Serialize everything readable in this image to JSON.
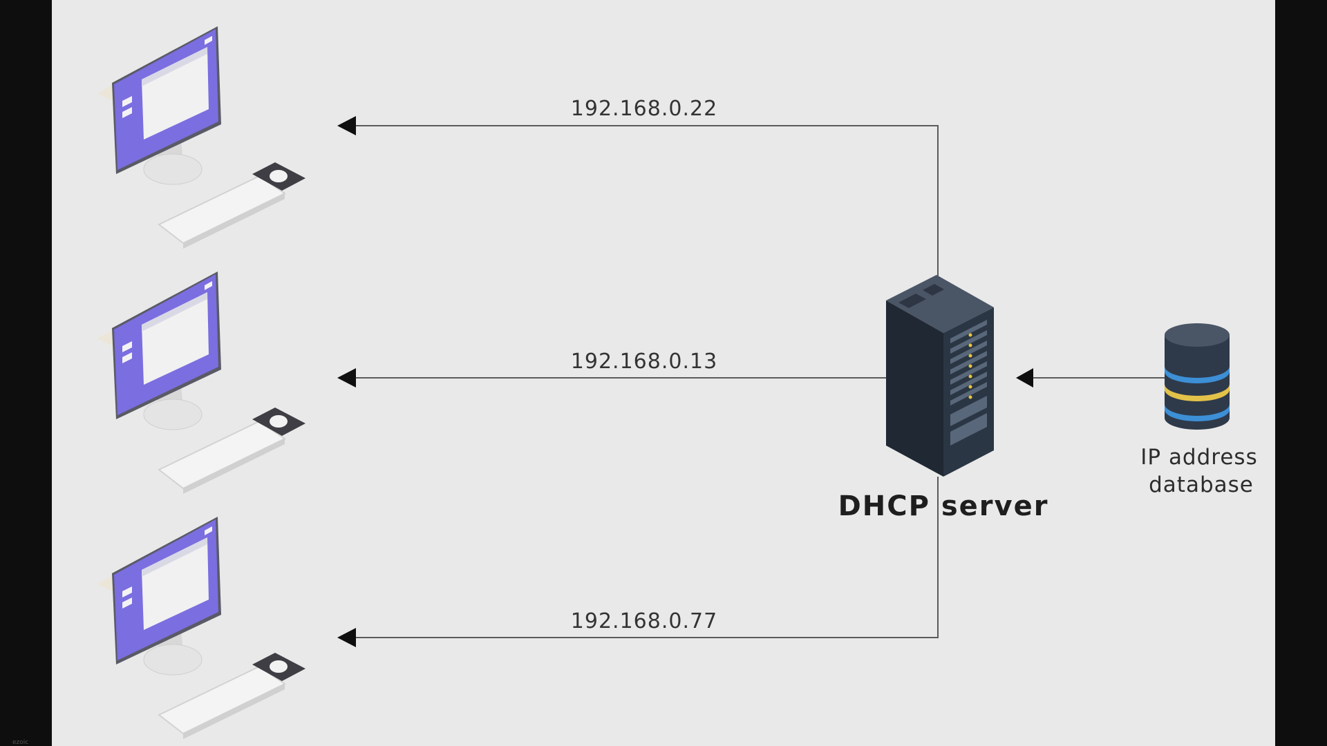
{
  "clients": [
    {
      "ip": "192.168.0.22"
    },
    {
      "ip": "192.168.0.13"
    },
    {
      "ip": "192.168.0.77"
    }
  ],
  "server": {
    "label": "DHCP server",
    "icon": "server-rack-icon"
  },
  "database": {
    "label_line1": "IP address",
    "label_line2": "database",
    "icon": "database-icon"
  },
  "watermark": "ezoic",
  "colors": {
    "background": "#e9e9e9",
    "frame": "#0e0e0e",
    "line": "#5a5a5a",
    "screen": "#7b6ee0",
    "server_body": "#2b3644",
    "db_stripe_blue": "#3d8fd6",
    "db_stripe_yellow": "#e3c24a"
  }
}
